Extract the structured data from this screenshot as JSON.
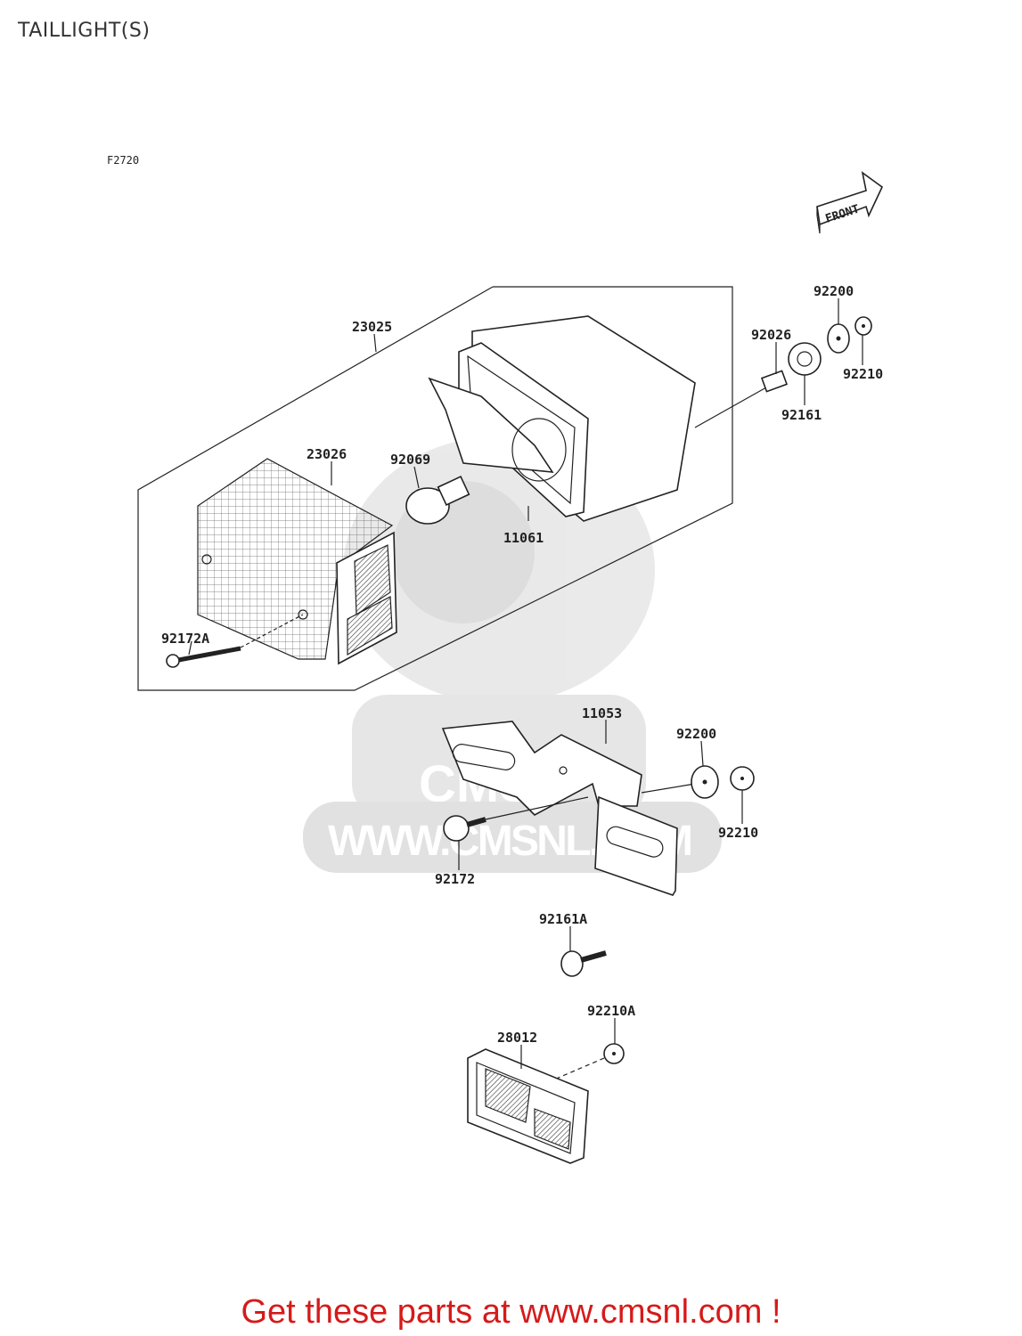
{
  "page": {
    "title": "TAILLIGHT(S)"
  },
  "diagram": {
    "figure_code": "F2720",
    "front_label": "FRONT",
    "watermark": {
      "logo": "CMS",
      "url": "WWW.CMSNL.COM"
    },
    "parts": [
      {
        "id": "23025"
      },
      {
        "id": "23026"
      },
      {
        "id": "92069"
      },
      {
        "id": "11061"
      },
      {
        "id": "92172A"
      },
      {
        "id": "92200"
      },
      {
        "id": "92026"
      },
      {
        "id": "92210"
      },
      {
        "id": "92161"
      },
      {
        "id": "11053"
      },
      {
        "id": "92200"
      },
      {
        "id": "92210"
      },
      {
        "id": "92172"
      },
      {
        "id": "92161A"
      },
      {
        "id": "92210A"
      },
      {
        "id": "28012"
      }
    ]
  },
  "promo": {
    "text": "Get these parts at www.cmsnl.com !",
    "color": "#d61a1a"
  }
}
